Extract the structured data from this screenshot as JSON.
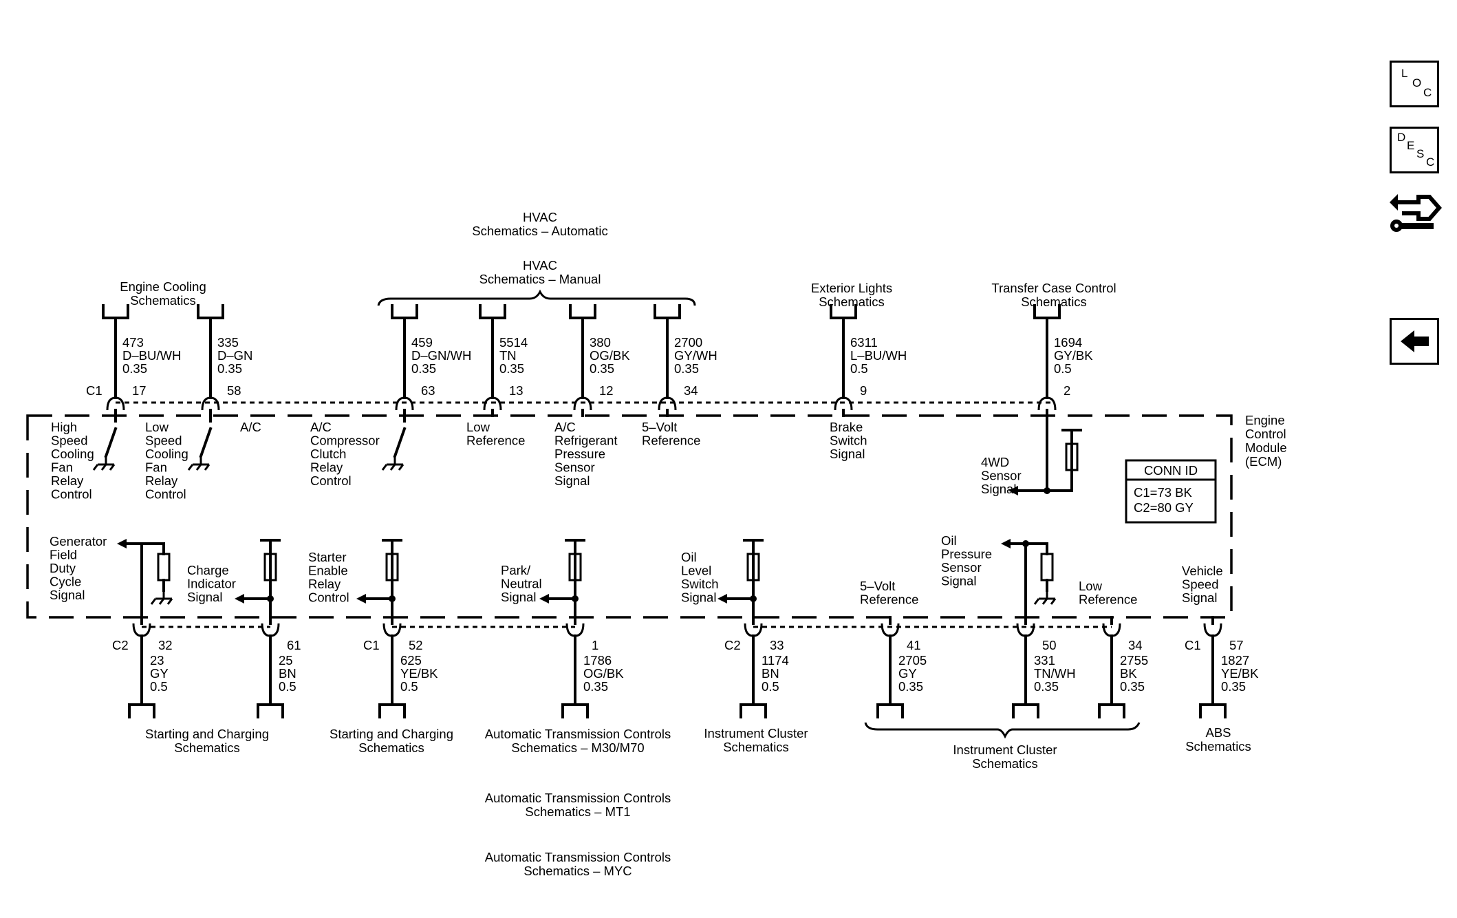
{
  "sections": {
    "hvac_auto": [
      "HVAC",
      "Schematics – Automatic"
    ],
    "hvac_manual": [
      "HVAC",
      "Schematics – Manual"
    ],
    "engine_cooling": [
      "Engine Cooling",
      "Schematics"
    ],
    "exterior_lights": [
      "Exterior Lights",
      "Schematics"
    ],
    "transfer_case": [
      "Transfer Case Control",
      "Schematics"
    ],
    "starting_charging_1": [
      "Starting and Charging",
      "Schematics"
    ],
    "starting_charging_2": [
      "Starting and Charging",
      "Schematics"
    ],
    "trans_m30": [
      "Automatic Transmission Controls",
      "Schematics – M30/M70"
    ],
    "trans_mt1": [
      "Automatic Transmission Controls",
      "Schematics – MT1"
    ],
    "trans_myc": [
      "Automatic Transmission Controls",
      "Schematics – MYC"
    ],
    "instrument_cluster_1": [
      "Instrument Cluster",
      "Schematics"
    ],
    "instrument_cluster_2": [
      "Instrument Cluster",
      "Schematics"
    ],
    "abs": [
      "ABS",
      "Schematics"
    ]
  },
  "ecm_label": [
    "Engine",
    "Control",
    "Module",
    "(ECM)"
  ],
  "conn_id": {
    "title": "CONN ID",
    "lines": [
      "C1=73 BK",
      "C2=80 GY"
    ]
  },
  "connector_labels": {
    "top_c1": "C1",
    "c2_a": "C2",
    "c1_b": "C1",
    "c2_b": "C2",
    "c1_c": "C1"
  },
  "top_wires": [
    {
      "circuit": "473",
      "color": "D–BU/WH",
      "gauge": "0.35",
      "pin": "17"
    },
    {
      "circuit": "335",
      "color": "D–GN",
      "gauge": "0.35",
      "pin": "58"
    },
    {
      "circuit": "459",
      "color": "D–GN/WH",
      "gauge": "0.35",
      "pin": "63"
    },
    {
      "circuit": "5514",
      "color": "TN",
      "gauge": "0.35",
      "pin": "13"
    },
    {
      "circuit": "380",
      "color": "OG/BK",
      "gauge": "0.35",
      "pin": "12"
    },
    {
      "circuit": "2700",
      "color": "GY/WH",
      "gauge": "0.35",
      "pin": "34"
    },
    {
      "circuit": "6311",
      "color": "L–BU/WH",
      "gauge": "0.5",
      "pin": "9"
    },
    {
      "circuit": "1694",
      "color": "GY/BK",
      "gauge": "0.5",
      "pin": "2"
    }
  ],
  "bottom_wires": [
    {
      "circuit": "23",
      "color": "GY",
      "gauge": "0.5",
      "pin": "32"
    },
    {
      "circuit": "25",
      "color": "BN",
      "gauge": "0.5",
      "pin": "61"
    },
    {
      "circuit": "625",
      "color": "YE/BK",
      "gauge": "0.5",
      "pin": "52"
    },
    {
      "circuit": "1786",
      "color": "OG/BK",
      "gauge": "0.35",
      "pin": "1"
    },
    {
      "circuit": "1174",
      "color": "BN",
      "gauge": "0.5",
      "pin": "33"
    },
    {
      "circuit": "2705",
      "color": "GY",
      "gauge": "0.35",
      "pin": "41"
    },
    {
      "circuit": "331",
      "color": "TN/WH",
      "gauge": "0.35",
      "pin": "50"
    },
    {
      "circuit": "2755",
      "color": "BK",
      "gauge": "0.35",
      "pin": "34"
    },
    {
      "circuit": "1827",
      "color": "YE/BK",
      "gauge": "0.35",
      "pin": "57"
    }
  ],
  "top_signals": {
    "hs_fan": [
      "High",
      "Speed",
      "Cooling",
      "Fan",
      "Relay",
      "Control"
    ],
    "ls_fan": [
      "Low",
      "Speed",
      "Cooling",
      "Fan",
      "Relay",
      "Control"
    ],
    "ac": [
      "A/C"
    ],
    "ac_clutch": [
      "A/C",
      "Compressor",
      "Clutch",
      "Relay",
      "Control"
    ],
    "low_ref": [
      "Low",
      "Reference"
    ],
    "ac_pressure": [
      "A/C",
      "Refrigerant",
      "Pressure",
      "Sensor",
      "Signal"
    ],
    "five_volt": [
      "5–Volt",
      "Reference"
    ],
    "brake": [
      "Brake",
      "Switch",
      "Signal"
    ],
    "fourwd": [
      "4WD",
      "Sensor",
      "Signal"
    ]
  },
  "bottom_signals": {
    "gen_field": [
      "Generator",
      "Field",
      "Duty",
      "Cycle",
      "Signal"
    ],
    "charge_ind": [
      "Charge",
      "Indicator",
      "Signal"
    ],
    "starter": [
      "Starter",
      "Enable",
      "Relay",
      "Control"
    ],
    "park_neutral": [
      "Park/",
      "Neutral",
      "Signal"
    ],
    "oil_level": [
      "Oil",
      "Level",
      "Switch",
      "Signal"
    ],
    "five_volt": [
      "5–Volt",
      "Reference"
    ],
    "oil_pressure": [
      "Oil",
      "Pressure",
      "Sensor",
      "Signal"
    ],
    "low_ref": [
      "Low",
      "Reference"
    ],
    "vss": [
      "Vehicle",
      "Speed",
      "Signal"
    ]
  },
  "nav": {
    "loc": [
      "L",
      "O",
      "C"
    ],
    "desc": [
      "D",
      "E",
      "S",
      "C"
    ],
    "icons": [
      "component-location-icon",
      "description-icon",
      "wiring-tools-icon",
      "back-arrow-icon"
    ]
  }
}
